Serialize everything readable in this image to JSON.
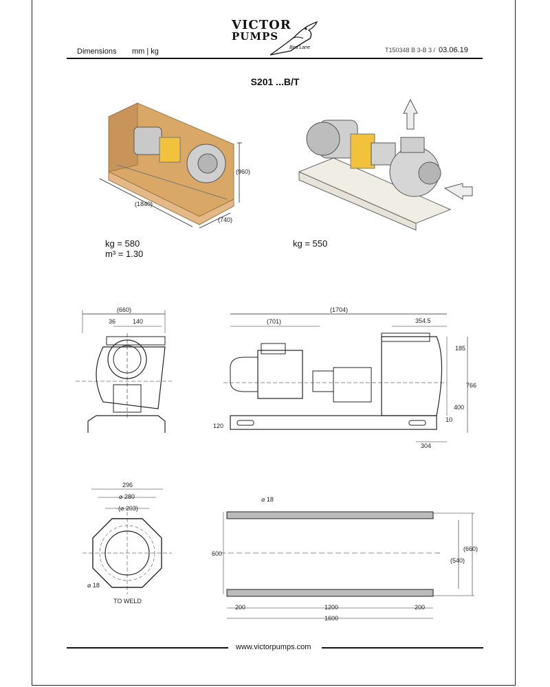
{
  "header": {
    "section": "Dimensions",
    "units": "mm | kg",
    "doc_ref": "T150348 B 3-B 3 /",
    "date": "03.06.19",
    "logo_line1": "VICTOR",
    "logo_line2": "PUMPS",
    "logo_slogan": "Bird Lane"
  },
  "title": "S201 ...B/T",
  "packed": {
    "dim_height": "(960)",
    "dim_length": "(1840)",
    "dim_width": "(740)",
    "weight": "kg = 580",
    "volume_label": "m³ = 1.30"
  },
  "unpacked": {
    "weight": "kg = 550"
  },
  "front_view": {
    "overall": "(660)",
    "d1": "36",
    "d2": "140"
  },
  "side_view": {
    "overall": "(1704)",
    "motor_len": "(701)",
    "outlet_offset": "354.5",
    "h_top": "185",
    "h_total": "766",
    "h_center": "400",
    "h_base": "10",
    "base_h": "120",
    "foot": "304"
  },
  "flange": {
    "outer": "296",
    "pcd": "⌀ 280",
    "bore": "(⌀ 203)",
    "hole": "⌀ 18",
    "note": "TO WELD"
  },
  "baseplate": {
    "hole": "⌀ 18",
    "width": "600",
    "outer_w": "(660)",
    "inner_w": "(540)",
    "seg_left": "200",
    "seg_mid": "1200",
    "seg_right": "200",
    "length": "1600"
  },
  "footer": {
    "url": "www.victorpumps.com"
  },
  "colors": {
    "crate": "#d9a866",
    "coupling": "#f2c23d",
    "line": "#222222"
  }
}
